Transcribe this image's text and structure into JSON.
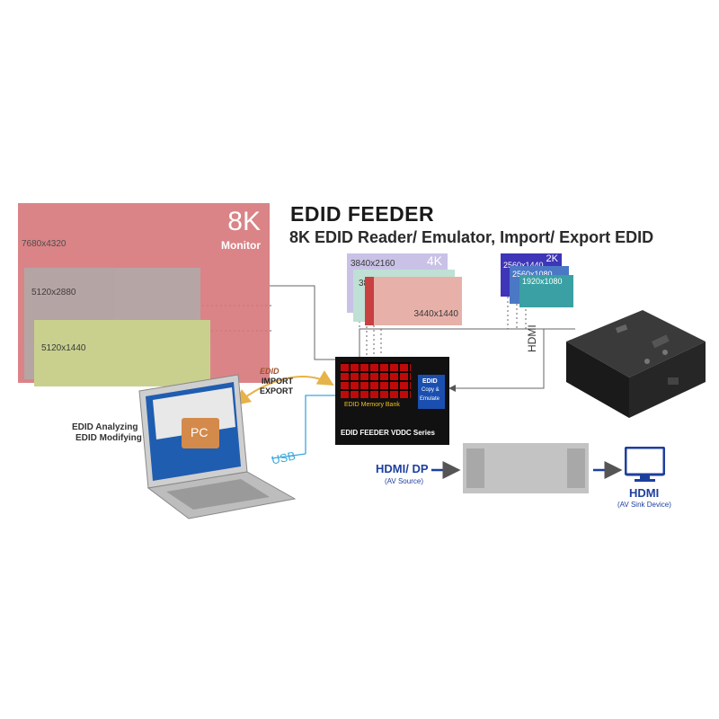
{
  "header": {
    "title": "EDID FEEDER",
    "subtitle": "8K EDID Reader/ Emulator, Import/ Export EDID"
  },
  "monitors_8k": {
    "badge": "8K",
    "badge_sub": "Monitor",
    "resolutions": [
      "7680x4320",
      "5120x2880",
      "5120x1440"
    ]
  },
  "monitors_4k": {
    "badge": "4K",
    "resolutions": [
      "3840x2160",
      "3840x1600",
      "3440x1440"
    ]
  },
  "monitors_2k": {
    "badge": "2K",
    "resolutions": [
      "2560x1440",
      "2560x1080",
      "1920x1080"
    ]
  },
  "cable": {
    "hdmi": "HDMI",
    "usb": "USB"
  },
  "edid_actions": {
    "edid": "EDID",
    "import": "IMPORT",
    "export": "EXPORT"
  },
  "pc": {
    "label": "PC",
    "caption_line1": "EDID Analyzing",
    "caption_line2": "EDID Modifying"
  },
  "device": {
    "memory_bank": "EDID Memory Bank",
    "series": "EDID FEEDER VDDC Series",
    "edid_label": "EDID",
    "copy_label": "Copy &",
    "emulate_label": "Emulate"
  },
  "source": {
    "label": "HDMI/ DP",
    "sub": "(AV Source)"
  },
  "sink": {
    "label": "HDMI",
    "sub": "(AV Sink Device)"
  },
  "colors": {
    "monitor_8k": "#d7777b",
    "monitor_5k": "#b4a6a6",
    "monitor_wide": "#c9d08e",
    "monitor_4k": "#c9c2e6",
    "monitor_4k_b": "#bfe0d4",
    "monitor_4k_c": "#e7b1a9",
    "monitor_2k": "#3e35b8",
    "monitor_2k_b": "#4a78c4",
    "monitor_2k_c": "#3aa0a3",
    "accent_blue": "#1d3f9e",
    "usb_blue": "#3aa8dc",
    "arrow_gold": "#e6b34a",
    "memory_bank_gold": "#f0c020"
  }
}
